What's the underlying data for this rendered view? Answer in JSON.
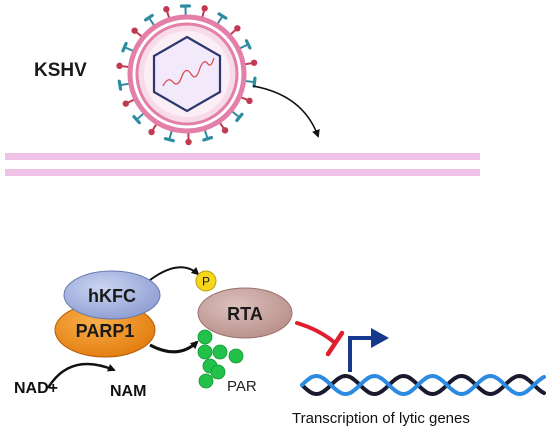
{
  "virus": {
    "label": "KSHV"
  },
  "proteins": {
    "hkfc": "hKFC",
    "parp1": "PARP1",
    "rta": "RTA",
    "phospho": "P"
  },
  "metabolites": {
    "nad": "NAD+",
    "nam": "NAM"
  },
  "par_label": "PAR",
  "gene_caption": "Transcription of lytic genes",
  "colors": {
    "envelope": "#e37fa8",
    "capsid_fill": "#f2e9fb",
    "capsid_stroke": "#2c3670",
    "genome": "#d94545",
    "spike_blue": "#2d8c9f",
    "spike_red": "#c03a52",
    "membrane": "#edbfe6",
    "hkfc_fill": "#a4b2df",
    "parp1_fill": "#ef8d1b",
    "rta_fill": "#c9a5a1",
    "phospho_fill": "#f6d61c",
    "par_green": "#22c24a",
    "inhibit_red": "#e01f2e",
    "promoter_blue": "#16398d",
    "dna_blue": "#2c8ae0",
    "dna_dark": "#1a1a2e"
  }
}
